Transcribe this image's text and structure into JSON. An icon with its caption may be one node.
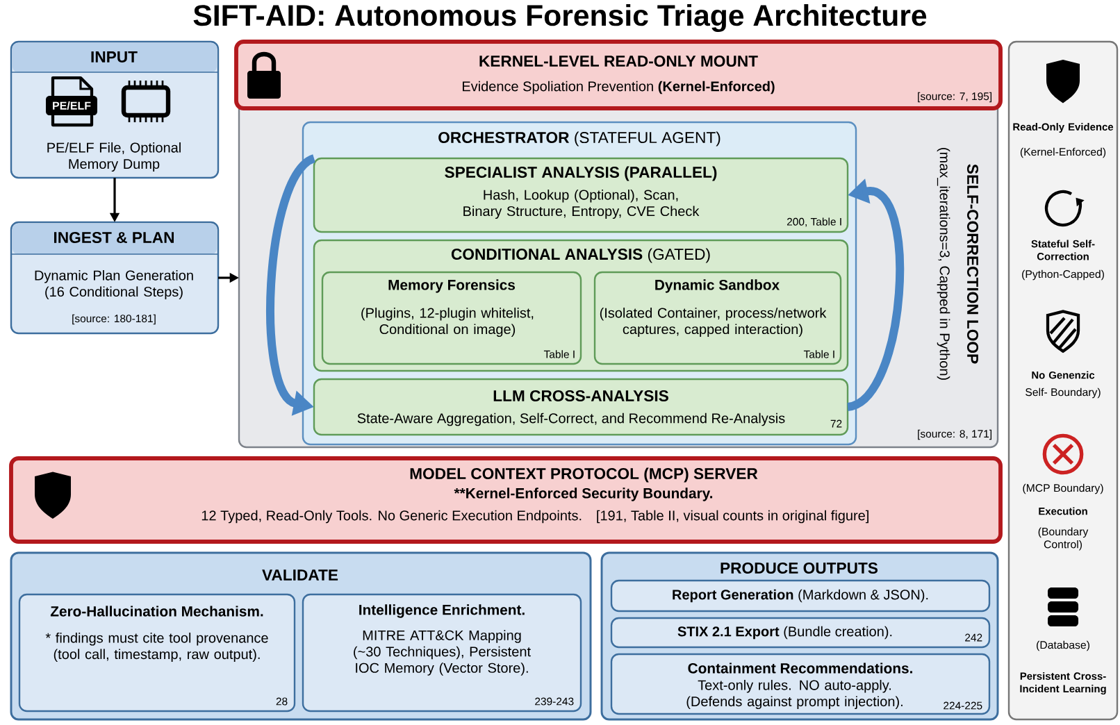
{
  "diagram": {
    "title": "SIFT-AID: Autonomous Forensic Triage Architecture",
    "nodes": [
      {
        "text": [
          "INPUT",
          "PE/ELF File, Optional Memory Dump"
        ]
      },
      {
        "text": [
          "INGEST & PLAN",
          "Dynamic Plan Generation (16 Conditional Steps)",
          "[source: 180-181]"
        ]
      },
      {
        "text": [
          "KERNEL-LEVEL READ-ONLY MOUNT",
          "Evidence Spoliation Prevention **(Kernel-Enforced)**",
          "[source: 7, 195]"
        ]
      },
      {
        "text": [
          "SELF-CORRECTION LOOP",
          "(max_iterations=3, Capped in Python)",
          "[source: 8, 171]"
        ]
      },
      {
        "text": [
          "**ORCHESTRATOR** (STATEFUL AGENT)"
        ],
        "in": 3
      },
      {
        "text": [
          "SPECIALIST ANALYSIS (PARALLEL)",
          "Hash, Lookup (Optional), Scan, Binary Structure, Entropy, CVE Check",
          "200, Table I"
        ],
        "in": 4
      },
      {
        "text": [
          "**CONDITIONAL ANALYSIS** (GATED)"
        ],
        "in": 4
      },
      {
        "text": [
          "Memory Forensics",
          "(Plugins, 12-plugin whitelist, Conditional on image)",
          "Table I"
        ],
        "in": 6
      },
      {
        "text": [
          "Dynamic Sandbox",
          "(Isolated Container, process/network captures, capped interaction)",
          "Table I"
        ],
        "in": 6
      },
      {
        "text": [
          "LLM CROSS-ANALYSIS",
          "State-Aware Aggregation, Self-Correct, and Recommend Re-Analysis",
          "72"
        ],
        "in": 4
      },
      {
        "text": [
          "MODEL CONTEXT PROTOCOL (MCP) SERVER",
          "**Kernel-Enforced Security Boundary.",
          "12 Typed, Read-Only Tools. No Generic Execution Endpoints.",
          "[191, Table II, visual counts in original figure]"
        ]
      },
      {
        "text": [
          "VALIDATE"
        ]
      },
      {
        "text": [
          "Zero-Hallucination Mechanism.",
          "* findings must cite tool provenance (tool call, timestamp, raw output).",
          "28"
        ],
        "in": 11
      },
      {
        "text": [
          "Intelligence Enrichment.",
          "MITRE ATT&CK Mapping (~30 Techniques), Persistent IOC Memory (Vector Store).",
          "239-243"
        ],
        "in": 11
      },
      {
        "text": [
          "PRODUCE OUTPUTS"
        ]
      },
      {
        "text": [
          "**Report Generation** (Markdown & JSON)."
        ],
        "in": 14
      },
      {
        "text": [
          "**STIX 2.1 Export** (Bundle creation).",
          "242"
        ],
        "in": 14
      },
      {
        "text": [
          "Containment Recommendations.",
          "Text-only rules. NO auto-apply. (Defends against prompt injection).",
          "224-225"
        ],
        "in": 14
      },
      {
        "text": [
          "Read-Only Evidence",
          "(Kernel-Enforced)",
          "Stateful Self-Correction",
          "(Python-Capped)",
          "No Genenzic",
          "Self- Boundary)",
          "(MCP Boundary)",
          "Execution",
          "(Boundary Control)",
          "(Database)",
          "Persistent Cross-Incident Learning"
        ]
      }
    ],
    "edges": [
      {
        "from": 0,
        "to": 1,
        "arrow": "to"
      },
      {
        "from": 1,
        "to": 3,
        "arrow": "to"
      },
      {
        "from": 5,
        "to": 9,
        "arrow": "to",
        "style": "thick",
        "color": "#4a86c5"
      },
      {
        "from": 9,
        "to": 5,
        "arrow": "to",
        "style": "thick",
        "color": "#4a86c5"
      }
    ],
    "labels": [
      "PE/ELF"
    ]
  }
}
